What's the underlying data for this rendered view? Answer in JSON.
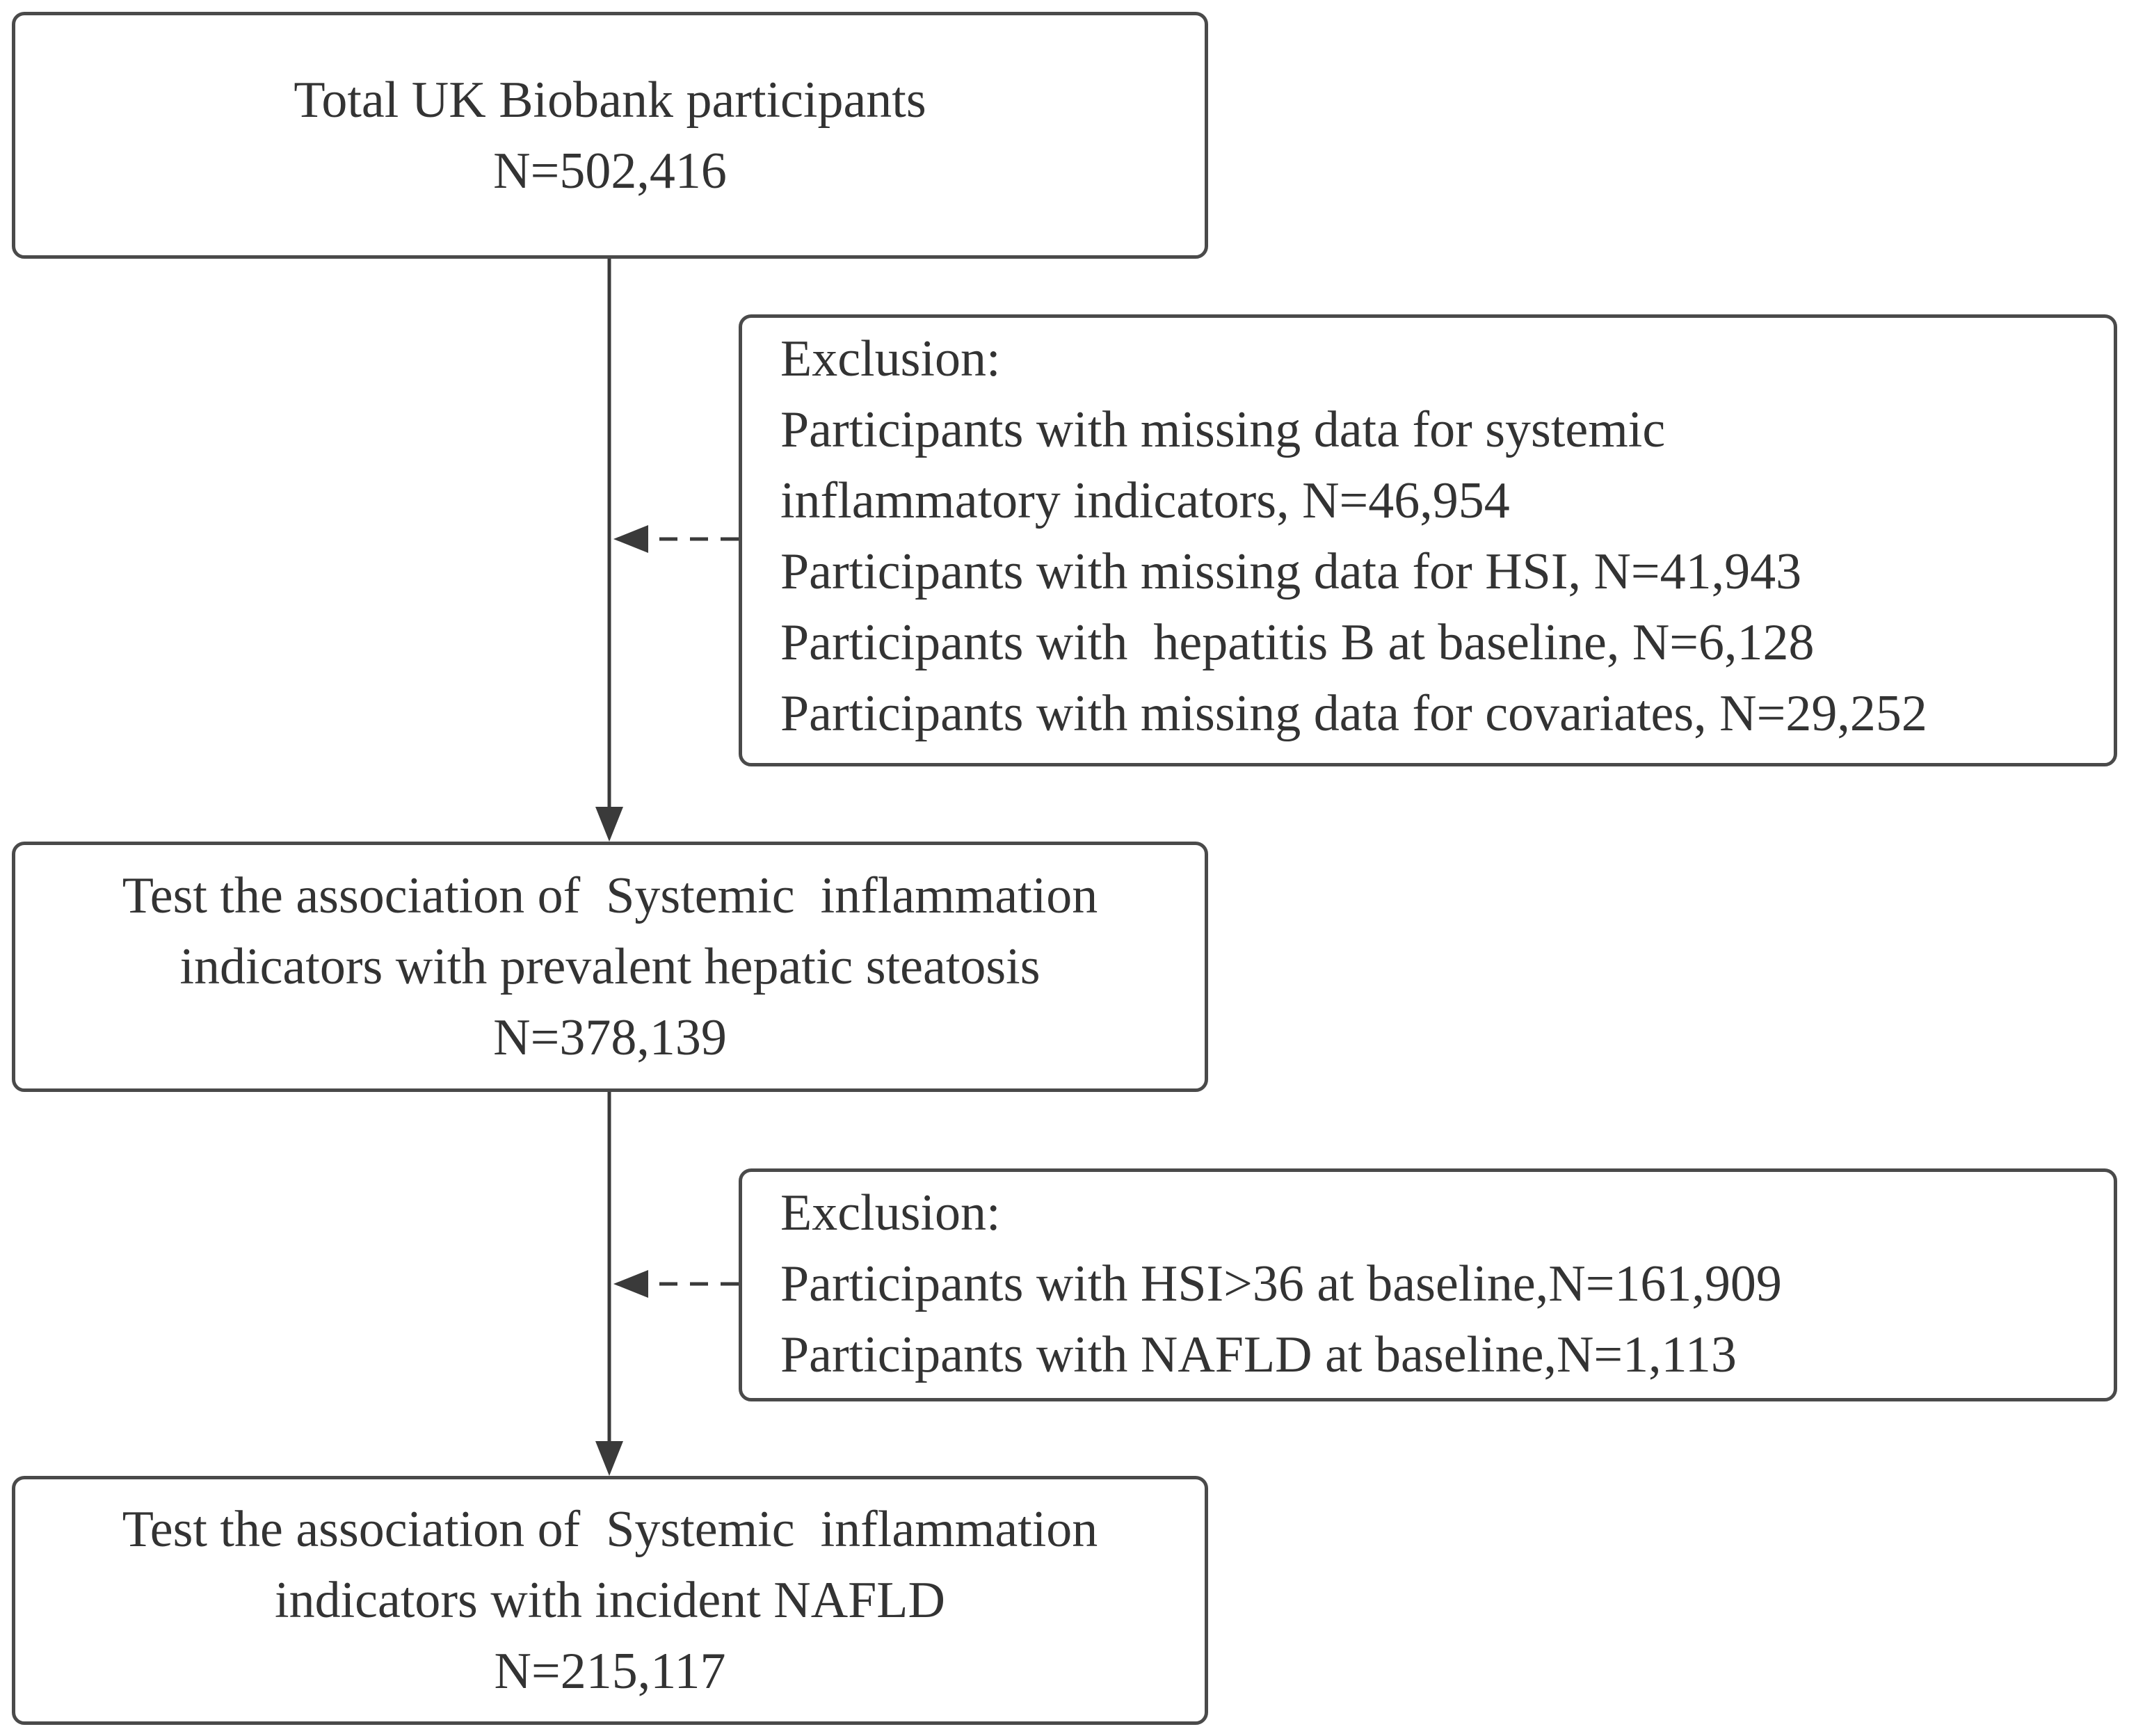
{
  "flowchart": {
    "box_total": {
      "line1": "Total UK Biobank participants",
      "line2": "N=502,416"
    },
    "exclusion_1": {
      "heading": "Exclusion:",
      "items": [
        "Participants with missing data for systemic",
        "inflammatory indicators, N=46,954",
        "Participants with missing data for HSI, N=41,943",
        "Participants with  hepatitis B at baseline, N=6,128",
        "Participants with missing data for covariates, N=29,252"
      ]
    },
    "box_prevalent": {
      "line1": "Test the association of  Systemic  inflammation",
      "line2": "indicators with prevalent hepatic steatosis",
      "line3": "N=378,139"
    },
    "exclusion_2": {
      "heading": "Exclusion:",
      "items": [
        "Participants with HSI>36 at baseline,N=161,909",
        "Participants with NAFLD at baseline,N=1,113"
      ]
    },
    "box_incident": {
      "line1": "Test the association of  Systemic  inflammation",
      "line2": "indicators with incident NAFLD",
      "line3": "N=215,117"
    }
  },
  "colors": {
    "border": "#4a4a4a",
    "text": "#333333",
    "arrow": "#3a3a3a"
  }
}
